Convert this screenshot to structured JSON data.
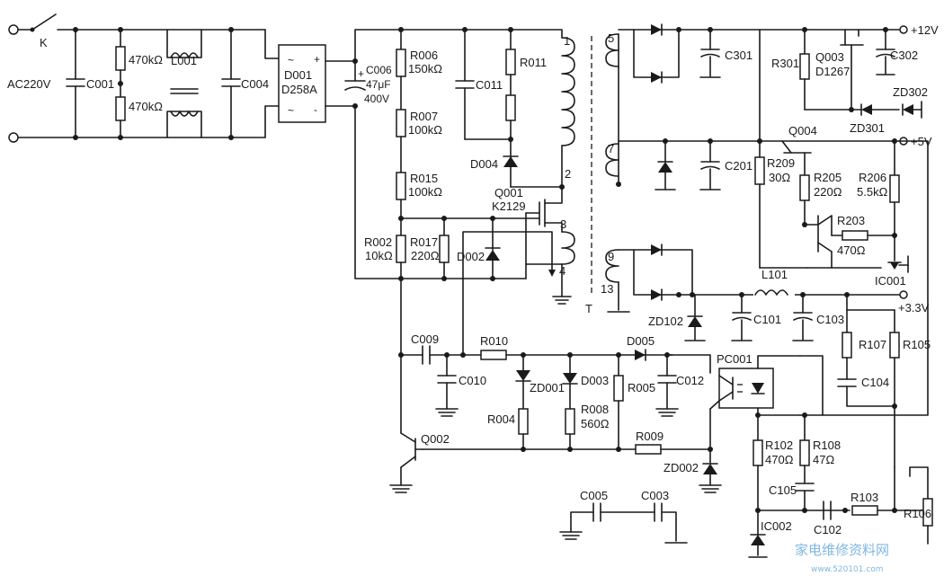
{
  "labels": {
    "K": "K",
    "AC220V": "AC220V",
    "C001": "C001",
    "R_top": "470kΩ",
    "R_bot": "470kΩ",
    "L001": "L001",
    "C004": "C004",
    "D001": "D001",
    "D258A": "D258A",
    "C006": "C006",
    "C006_v": "47μF",
    "C006_vv": "400V",
    "R006": "R006",
    "R006_v": "150kΩ",
    "R007": "R007",
    "R007_v": "100kΩ",
    "R015": "R015",
    "R015_v": "100kΩ",
    "R002": "R002",
    "R002_v": "10kΩ",
    "R017": "R017",
    "R017_v": "220Ω",
    "D002": "D002",
    "C011": "C011",
    "R011": "R011",
    "D004": "D004",
    "Q001": "Q001",
    "K2129": "K2129",
    "pin1": "1",
    "pin2": "2",
    "pin3": "3",
    "pin4": "4",
    "pin5": "5",
    "pin7": "7",
    "pin9": "9",
    "pin13": "13",
    "T": "T",
    "C009": "C009",
    "C010": "C010",
    "R010": "R010",
    "ZD001": "ZD001",
    "R004": "R004",
    "D003": "D003",
    "R008": "R008",
    "R008_v": "560Ω",
    "R005": "R005",
    "D005": "D005",
    "C012": "C012",
    "R009": "R009",
    "Q002": "Q002",
    "ZD002": "ZD002",
    "C005": "C005",
    "C003": "C003",
    "C301": "C301",
    "R301": "R301",
    "Q003": "Q003",
    "D1267": "D1267",
    "C302": "C302",
    "plus12": "+12V",
    "ZD302": "ZD302",
    "ZD301": "ZD301",
    "Q004": "Q004",
    "plus5": "+5V",
    "C201": "C201",
    "R209": "R209",
    "R209_v": "30Ω",
    "R205": "R205",
    "R205_v": "220Ω",
    "R206": "R206",
    "R206_v": "5.5kΩ",
    "R203": "R203",
    "R203_v": "470Ω",
    "IC001": "IC001",
    "L101": "L101",
    "plus33": "+3.3V",
    "ZD102": "ZD102",
    "C101": "C101",
    "C103": "C103",
    "R107": "R107",
    "R105": "R105",
    "C104": "C104",
    "PC001": "PC001",
    "R102": "R102",
    "R102_v": "470Ω",
    "R108": "R108",
    "R108_v": "47Ω",
    "C105": "C105",
    "R103": "R103",
    "R106": "R106",
    "IC002": "IC002",
    "C102": "C102"
  },
  "watermark": {
    "title": "家电维修资料网",
    "url": "www.520101.com"
  }
}
